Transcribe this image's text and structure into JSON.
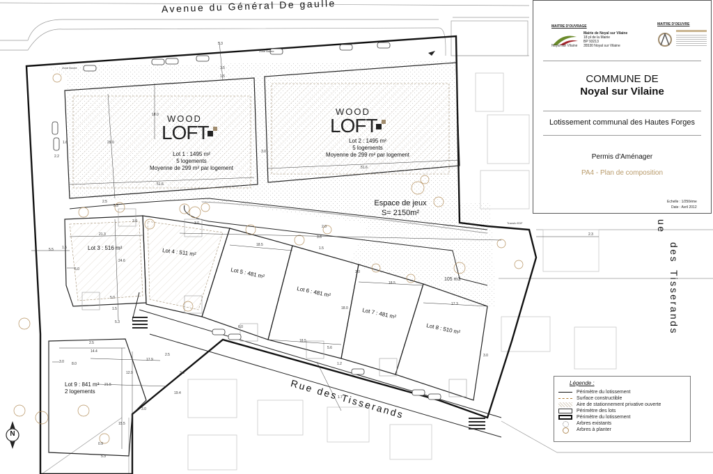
{
  "streets": {
    "avenue": "Avenue du Général De gaulle",
    "rue_tisserands": "Rue des Tisserands",
    "rue_side_1": "ue",
    "rue_side_2": "des",
    "rue_side_3": "Tisserands"
  },
  "logo": {
    "wood": "WOOD",
    "loft": "LOFT"
  },
  "lots": {
    "lot1": {
      "title": "Lot 1 : 1495 m²",
      "units": "5 logements",
      "avg": "Moyenne de 299 m² par logement"
    },
    "lot2": {
      "title": "Lot 2 : 1495 m²",
      "units": "5 logements",
      "avg": "Moyenne de 299 m² par logement"
    },
    "lot3": "Lot 3 : 516 m²",
    "lot4": "Lot 4 : 511 m²",
    "lot5": "Lot 5 : 481 m²",
    "lot6": "Lot 6 : 481 m²",
    "lot7": "Lot 7 : 481 m²",
    "lot8": "Lot 8 : 510 m²",
    "lot9": {
      "title": "Lot 9 : 841 m²",
      "units": "2 logements"
    }
  },
  "espace": {
    "title": "Espace de jeux",
    "area": "S= 2150m²",
    "basin": "105 m3"
  },
  "transfo": "Transfo EDF",
  "zone": "Zone Boxée",
  "dimensions": {
    "d18": "18.0",
    "d29": "29.0",
    "d516": "51.6",
    "d30": "3.0",
    "d25": "2.5",
    "d55": "5.5",
    "d213": "21.3",
    "d246": "24.6",
    "d50": "5.0",
    "d15": "1.5",
    "d53": "5.3",
    "d185": "18.5",
    "d60": "6.0",
    "d173": "17.3",
    "d144": "14.4",
    "d179": "17.9",
    "d129": "12.9",
    "d215": "21.5",
    "d194": "19.4",
    "d155": "15.5",
    "d09": "0.9",
    "d80": "8.0",
    "d22": "2.2",
    "d16": "1.6",
    "d35": "3.5",
    "d23": "2.3",
    "d17": "1.7",
    "d12": "1.2",
    "d56": "5.6",
    "d36": "3.6",
    "d20": "2.0"
  },
  "title_block": {
    "maitre_ouvrage_label": "MAITRE D'OUVRAGE",
    "maitre_oeuvre_label": "MAITRE D'OEUVRE",
    "mairie_name": "Mairie de Noyal sur Vilaine",
    "mairie_addr1": "18 pl de la Mairie",
    "mairie_addr2": "BP 93213",
    "mairie_addr3": "35530 Noyal sur Vilaine",
    "noyal_logo_1": "Noyal",
    "noyal_logo_2": "sur Vilaine",
    "commune": "COMMUNE DE",
    "commune_name": "Noyal sur Vilaine",
    "project": "Lotissement communal des Hautes Forges",
    "permis": "Permis d'Aménager",
    "piece": "PA4 - Plan de composition",
    "scale": "Echelle : 1/250ème",
    "date": "Date : Avril 2012"
  },
  "legend": {
    "title": "Légende :",
    "items": [
      "Périmètre du lotissement",
      "Surface constructible",
      "Aire de stationnement privative ouverte",
      "Périmètre des lots",
      "Périmètre du lotissement",
      "Arbres existants",
      "Arbres à planter"
    ]
  },
  "north": "N",
  "colors": {
    "ink": "#222222",
    "construct_hatch": "#a08c6e",
    "dashed": "#b07a30",
    "piece_color": "#b89a6a"
  }
}
